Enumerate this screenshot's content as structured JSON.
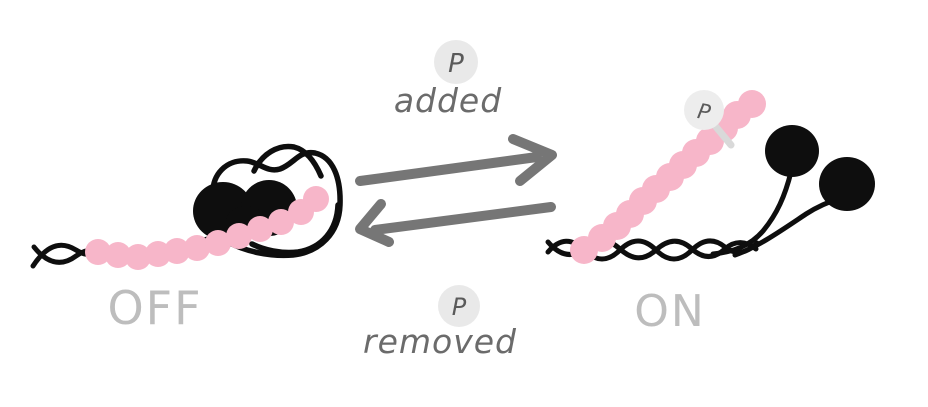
{
  "colors": {
    "background": "#ffffff",
    "bead_pink": "#f7b6c9",
    "ink_black": "#0e0e0e",
    "arrow_gray": "#767676",
    "handwriting_gray": "#6b6b6b",
    "state_label_gray": "#bdbdbd",
    "phosphate_badge_gray": "#e9e9e9",
    "phosphate_tag_gray": "#ededed",
    "phosphate_stick_gray": "#d9d9d9",
    "phosphate_letter_gray": "#5a5a5a"
  },
  "off_state": {
    "label": "OFF"
  },
  "on_state": {
    "label": "ON",
    "phosphate_tag": "P"
  },
  "forward_transition": {
    "phosphate": "P",
    "action": "added"
  },
  "reverse_transition": {
    "phosphate": "P",
    "action": "removed"
  }
}
